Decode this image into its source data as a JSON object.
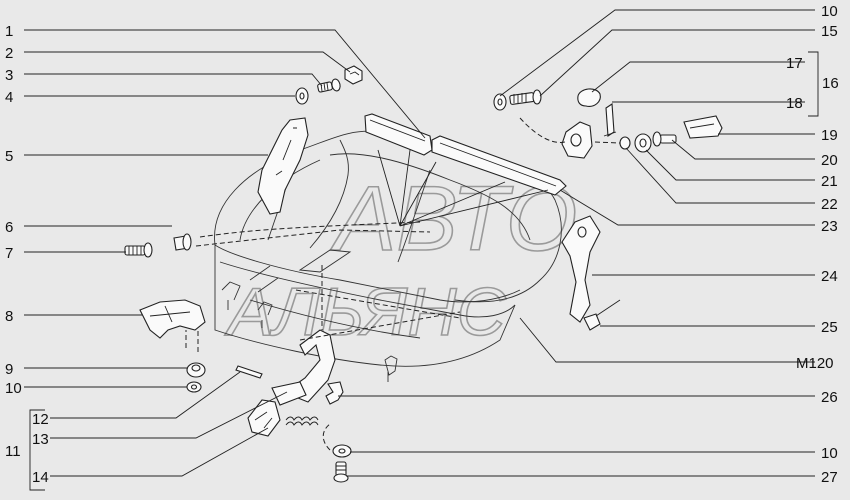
{
  "watermark": {
    "line1": "АВТО",
    "line2": "АЛЬЯНС"
  },
  "callouts": {
    "n1": "1",
    "n2": "2",
    "n3": "3",
    "n4": "4",
    "n5": "5",
    "n6": "6",
    "n7": "7",
    "n8": "8",
    "n9": "9",
    "n10a": "10",
    "n11": "11",
    "n12": "12",
    "n13": "13",
    "n14": "14",
    "n10b": "10",
    "n15": "15",
    "n16": "16",
    "n17": "17",
    "n18": "18",
    "n19": "19",
    "n20": "20",
    "n21": "21",
    "n22": "22",
    "n23": "23",
    "n24": "24",
    "n25": "25",
    "m120": "M120",
    "n26": "26",
    "n10c": "10",
    "n27": "27"
  }
}
